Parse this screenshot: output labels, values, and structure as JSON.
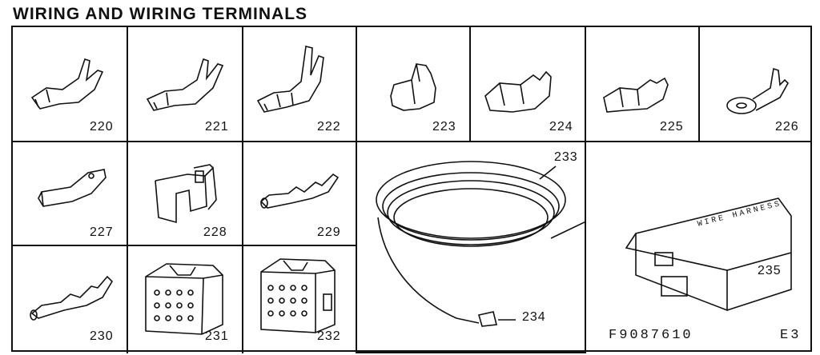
{
  "title": "WIRING AND WIRING TERMINALS",
  "parts": {
    "p220": "220",
    "p221": "221",
    "p222": "222",
    "p223": "223",
    "p224": "224",
    "p225": "225",
    "p226": "226",
    "p227": "227",
    "p228": "228",
    "p229": "229",
    "p230": "230",
    "p231": "231",
    "p232": "232",
    "p233": "233",
    "p234": "234",
    "p235": "235"
  },
  "box_label": "WIRE HARNESS",
  "figure_code": "F9087610",
  "page_code": "E3"
}
